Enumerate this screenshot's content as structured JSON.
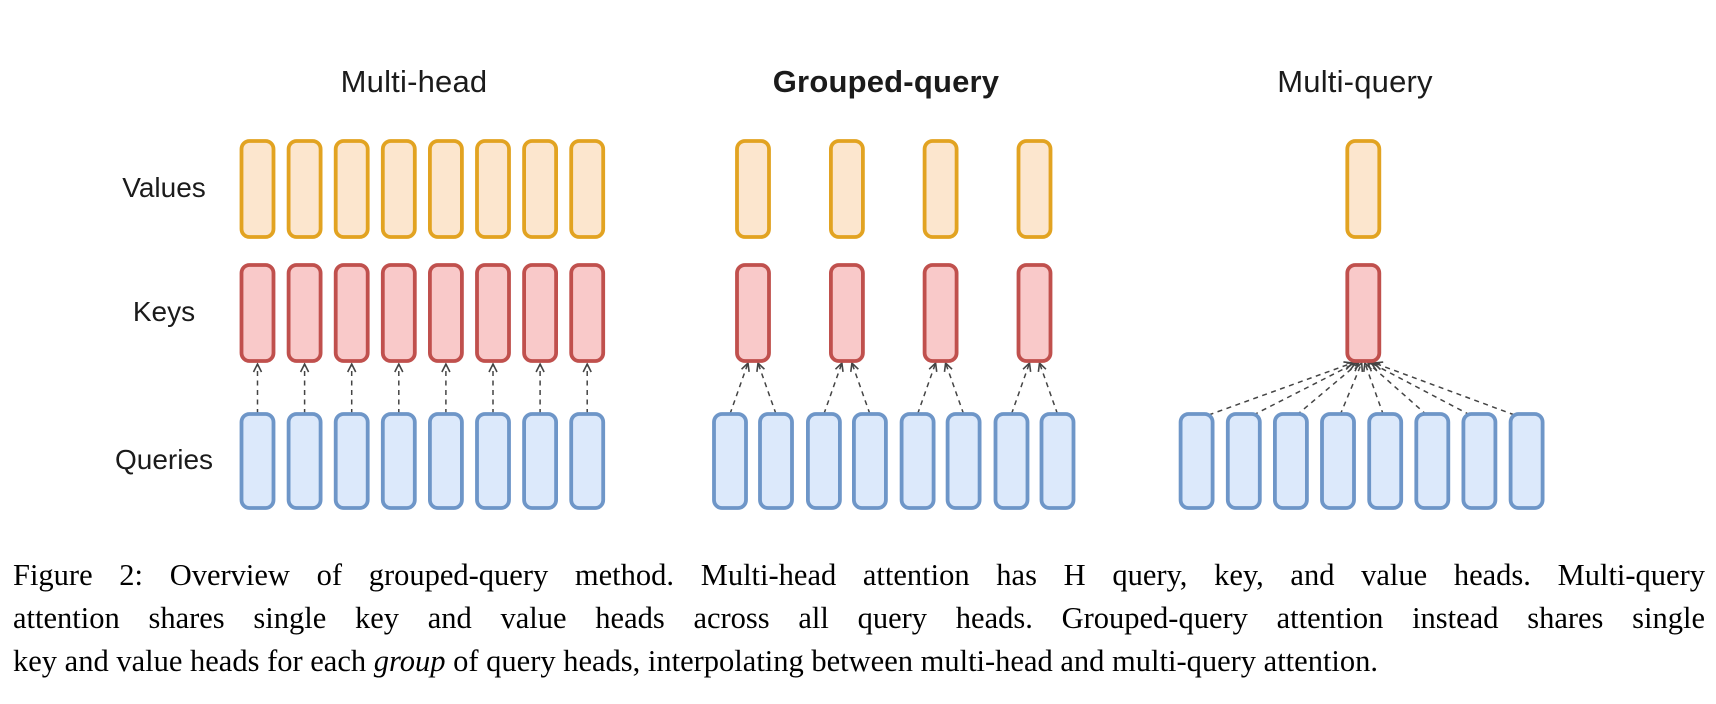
{
  "figure": {
    "row_labels": [
      {
        "id": "values",
        "label": "Values"
      },
      {
        "id": "keys",
        "label": "Keys"
      },
      {
        "id": "queries",
        "label": "Queries"
      }
    ],
    "panels": [
      {
        "id": "multi-head",
        "title": "Multi-head",
        "emphasis": false,
        "num_query_heads": 8,
        "num_kv_heads": 8,
        "grouping": "per-query",
        "group_size": 1
      },
      {
        "id": "grouped-query",
        "title": "Grouped-query",
        "emphasis": true,
        "num_query_heads": 8,
        "num_kv_heads": 4,
        "grouping": "per-group",
        "group_size": 2
      },
      {
        "id": "multi-query",
        "title": "Multi-query",
        "emphasis": false,
        "num_query_heads": 8,
        "num_kv_heads": 1,
        "grouping": "shared",
        "group_size": 8
      }
    ],
    "colors": {
      "values_fill": "#FCE6CE",
      "values_border": "#E2A321",
      "keys_fill": "#F9C9C9",
      "keys_border": "#C0504D",
      "queries_fill": "#DCE9FB",
      "queries_border": "#6E96C8",
      "connector": "#444444",
      "text": "#1B1B1B"
    }
  },
  "caption": {
    "line1": "Figure 2: Overview of grouped-query method. Multi-head attention has H query, key, and value heads. Multi-query",
    "line2": "attention shares single key and value heads across all query heads. Grouped-query attention instead shares single",
    "line3_before": "key and value heads for each ",
    "line3_italic": "group",
    "line3_after": " of query heads, interpolating between multi-head and multi-query attention."
  }
}
